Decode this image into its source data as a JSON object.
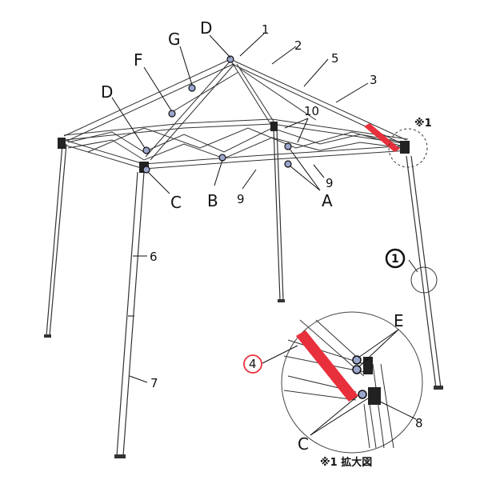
{
  "diagram": {
    "part_numbers": {
      "n1": "1",
      "n2": "2",
      "n3": "3",
      "n5": "5",
      "n6": "6",
      "n7": "7",
      "n8": "8",
      "n9_left": "9",
      "n9_right": "9",
      "n10": "10",
      "n4": "4"
    },
    "joint_letters": {
      "a": "A",
      "b": "B",
      "c_left": "C",
      "c_zoom": "C",
      "d_top": "D",
      "d_left": "D",
      "e": "E",
      "f": "F",
      "g": "G"
    },
    "markers": {
      "callout_mark": "※1",
      "circled_step": "1"
    },
    "caption": "※1 拡大図",
    "colors": {
      "frame": "#333333",
      "accent_red": "#e8303c",
      "joint": "#9aa6cc",
      "highlight_ring": "#e8303c"
    }
  }
}
